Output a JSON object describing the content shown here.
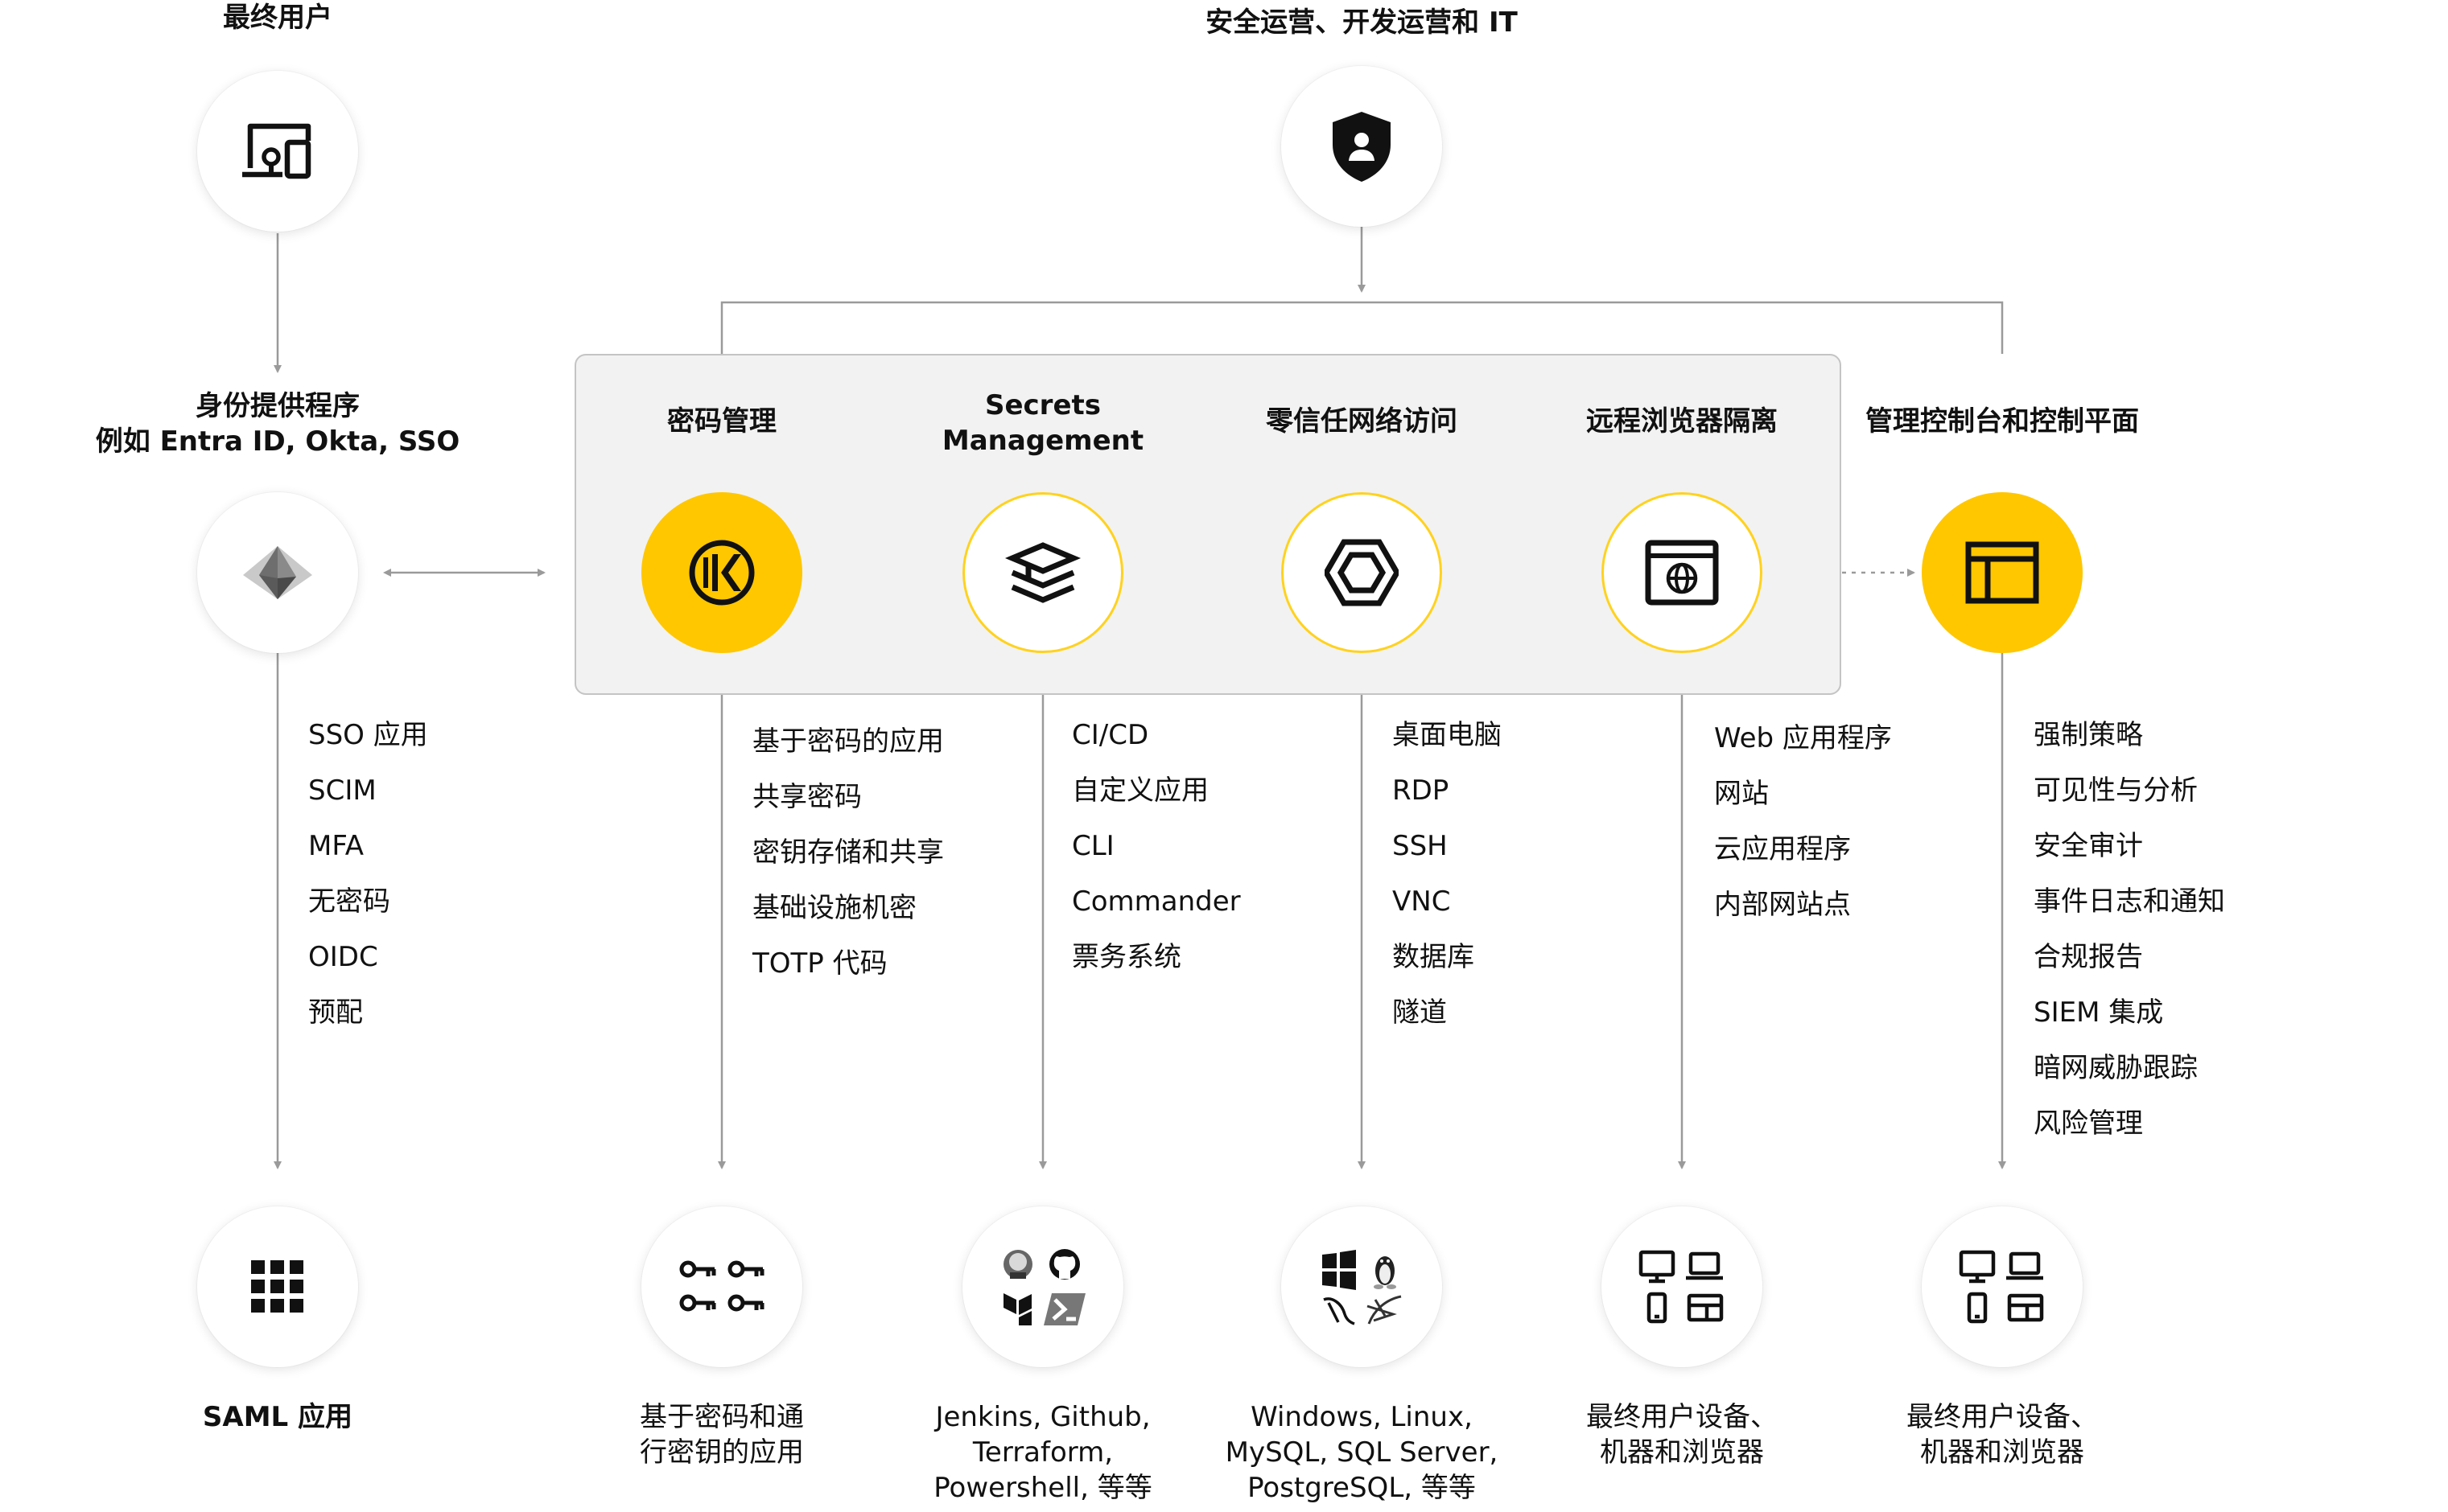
{
  "top": {
    "end_users": "最终用户",
    "secops": "安全运营、开发运营和 IT"
  },
  "idp": {
    "title": "身份提供程序",
    "subtitle": "例如 Entra ID, Okta, SSO",
    "features": [
      "SSO 应用",
      "SCIM",
      "MFA",
      "无密码",
      "OIDC",
      "预配"
    ],
    "bottom_caption": "SAML 应用"
  },
  "products": [
    {
      "title_lines": [
        "密码管理"
      ],
      "features": [
        "基于密码的应用",
        "共享密码",
        "密钥存储和共享",
        "基础设施机密",
        "TOTP 代码"
      ],
      "bottom_caption_lines": [
        "基于密码和通",
        "行密钥的应用"
      ]
    },
    {
      "title_lines": [
        "Secrets",
        "Management"
      ],
      "features": [
        "CI/CD",
        "自定义应用",
        "CLI",
        "Commander",
        "票务系统"
      ],
      "bottom_caption_lines": [
        "Jenkins, Github,",
        "Terraform,",
        "Powershell, 等等"
      ]
    },
    {
      "title_lines": [
        "零信任网络访问"
      ],
      "features": [
        "桌面电脑",
        "RDP",
        "SSH",
        "VNC",
        "数据库",
        "隧道"
      ],
      "bottom_caption_lines": [
        "Windows, Linux,",
        "MySQL, SQL Server,",
        "PostgreSQL, 等等"
      ]
    },
    {
      "title_lines": [
        "远程浏览器隔离"
      ],
      "features": [
        "Web 应用程序",
        "网站",
        "云应用程序",
        "内部网站点"
      ],
      "bottom_caption_lines": [
        "最终用户设备、",
        "机器和浏览器"
      ]
    }
  ],
  "console": {
    "title": "管理控制台和控制平面",
    "features": [
      "强制策略",
      "可见性与分析",
      "安全审计",
      "事件日志和通知",
      "合规报告",
      "SIEM 集成",
      "暗网威胁跟踪",
      "风险管理"
    ],
    "bottom_caption_lines": [
      "最终用户设备、",
      "机器和浏览器"
    ]
  },
  "colors": {
    "accent_yellow": "#ffc700",
    "ring_yellow": "#ffd21e",
    "panel_bg": "#f2f2f2",
    "line_gray": "#9a9a9a",
    "text": "#111111"
  },
  "icons": {
    "end_users": "devices-icon",
    "secops": "shield-user-icon",
    "idp": "entra-id-logo",
    "password_mgmt": "keeper-logo",
    "secrets": "secrets-stack-icon",
    "zero_trust": "hexagon-icon",
    "rbi": "browser-globe-icon",
    "console": "console-layout-icon",
    "saml": "app-grid-icon",
    "password_apps": "keys-icon",
    "devops_tools": "jenkins-github-terraform-powershell-icons",
    "os_databases": "windows-linux-mysql-sqlserver-icons",
    "devices": "desktop-laptop-phone-tablet-icons"
  }
}
